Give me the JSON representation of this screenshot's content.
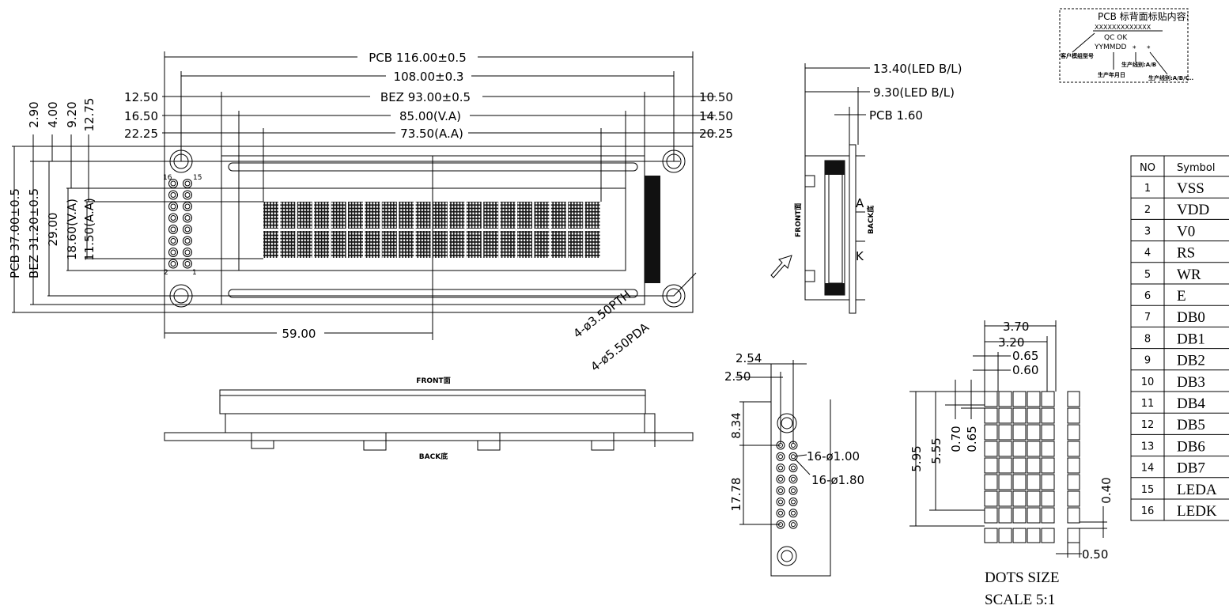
{
  "main_view": {
    "pcb_width": "PCB 116.00±0.5",
    "hole_pitch": "108.00±0.3",
    "bez_width": "BEZ 93.00±0.5",
    "va_width": "85.00(V.A)",
    "aa_width": "73.50(A.A)",
    "left_bez": "12.50",
    "left_va": "16.50",
    "left_aa": "22.25",
    "right_bez": "10.50",
    "right_va": "14.50",
    "right_aa": "20.25",
    "center": "59.00",
    "pcb_height": "PCB 37.00±0.5",
    "bez_height": "BEZ 31.20±0.5",
    "hole_v": "29.00",
    "va_height": "18.60(V.A)",
    "aa_height": "11.50(A.A)",
    "top_2_90": "2.90",
    "top_4_00": "4.00",
    "top_9_20": "9.20",
    "top_12_75": "12.75",
    "pin16": "16",
    "pin15": "15",
    "pin2": "2",
    "pin1": "1",
    "hole_pth": "4-ø3.50PTH",
    "hole_pad": "4-ø5.50PDA"
  },
  "side_view": {
    "led1": "13.40(LED B/L)",
    "led2": "9.30(LED B/L)",
    "pcb": "PCB 1.60",
    "front": "FRONT面",
    "back": "BACK底",
    "anode": "A",
    "cathode": "K"
  },
  "bottom_view": {
    "front": "FRONT面",
    "back": "BACK底"
  },
  "pin_view": {
    "pitch": "2.54",
    "offset": "2.50",
    "top": "8.34",
    "span": "17.78",
    "hole_small": "16-ø1.00",
    "hole_large": "16-ø1.80"
  },
  "dots": {
    "w_char": "3.70",
    "w_dots": "3.20",
    "dot_pitch": "0.65",
    "dot_w": "0.60",
    "h_char": "5.95",
    "h_dots": "5.55",
    "v_pitch": "0.70",
    "v_dot": "0.65",
    "cursor_gap": "0.40",
    "cursor_w": "0.50",
    "title": "DOTS SIZE",
    "scale": "SCALE 5:1"
  },
  "label_box": {
    "title": "PCB 标背面标贴内容:",
    "code": "XXXXXXXXXXXXX",
    "qc": "QC OK",
    "date": "YYMMDD",
    "star1": "*",
    "star2": "*",
    "customer": "客户模组型号",
    "date_label": "生产年月日",
    "line_ab": "生产线别:A/B",
    "line_abc": "生产线别:A/B/C.."
  },
  "pin_table": {
    "headers": [
      "NO",
      "Symbol"
    ],
    "rows": [
      [
        "1",
        "VSS"
      ],
      [
        "2",
        "VDD"
      ],
      [
        "3",
        "V0"
      ],
      [
        "4",
        "RS"
      ],
      [
        "5",
        "WR"
      ],
      [
        "6",
        "E"
      ],
      [
        "7",
        "DB0"
      ],
      [
        "8",
        "DB1"
      ],
      [
        "9",
        "DB2"
      ],
      [
        "10",
        "DB3"
      ],
      [
        "11",
        "DB4"
      ],
      [
        "12",
        "DB5"
      ],
      [
        "13",
        "DB6"
      ],
      [
        "14",
        "DB7"
      ],
      [
        "15",
        "LEDA"
      ],
      [
        "16",
        "LEDK"
      ]
    ]
  }
}
